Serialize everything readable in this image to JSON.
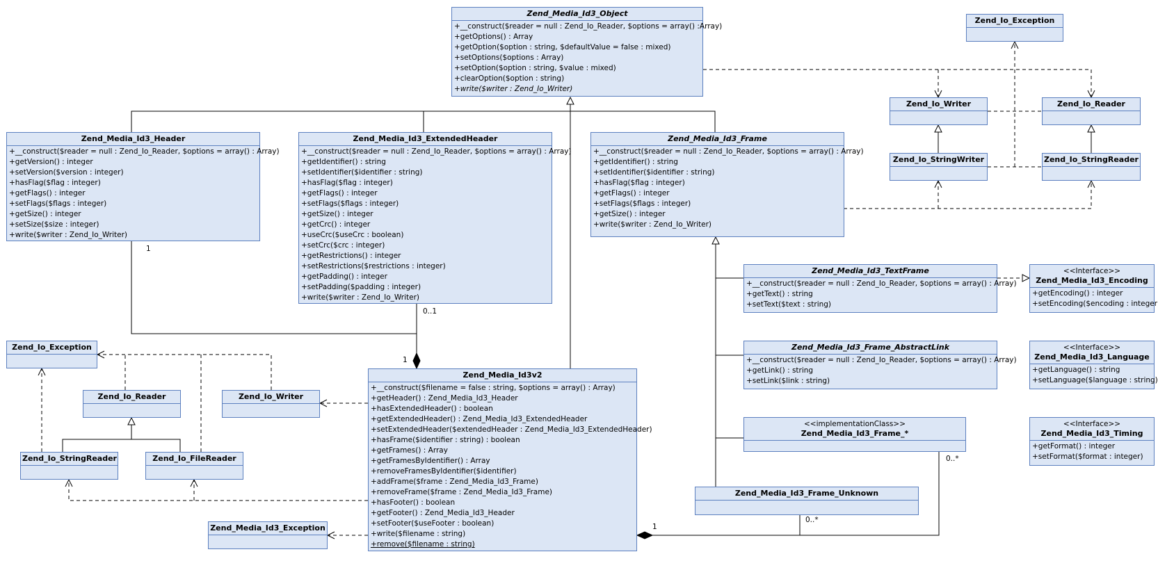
{
  "diagram": {
    "classes": {
      "object": {
        "name": "Zend_Media_Id3_Object",
        "ops": [
          "+__construct($reader = null : Zend_Io_Reader, $options = array() :Array)",
          "+getOptions() : Array",
          "+getOption($option : string, $defaultValue = false : mixed)",
          "+setOptions($options : Array)",
          "+setOption($option : string, $value : mixed)",
          "+clearOption($option : string)",
          "+write($writer : Zend_Io_Writer)"
        ]
      },
      "header": {
        "name": "Zend_Media_Id3_Header",
        "ops": [
          "+__construct($reader = null : Zend_Io_Reader, $options = array() : Array)",
          "+getVersion() : integer",
          "+setVersion($version : integer)",
          "+hasFlag($flag : integer)",
          "+getFlags() : integer",
          "+setFlags($flags : integer)",
          "+getSize() : integer",
          "+setSize($size : integer)",
          "+write($writer : Zend_Io_Writer)"
        ]
      },
      "extheader": {
        "name": "Zend_Media_Id3_ExtendedHeader",
        "ops": [
          "+__construct($reader = null : Zend_Io_Reader, $options = array() : Array)",
          "+getIdentifier() : string",
          "+setIdentifier($identifier : string)",
          "+hasFlag($flag : integer)",
          "+getFlags() : integer",
          "+setFlags($flags : integer)",
          "+getSize() : integer",
          "+getCrc() : integer",
          "+useCrc($useCrc : boolean)",
          "+setCrc($crc : integer)",
          "+getRestrictions() : integer",
          "+setRestrictions($restrictions : integer)",
          "+getPadding() : integer",
          "+setPadding($padding : integer)",
          "+write($writer : Zend_Io_Writer)"
        ]
      },
      "frame": {
        "name": "Zend_Media_Id3_Frame",
        "ops": [
          "+__construct($reader = null : Zend_Io_Reader, $options = array() : Array)",
          "+getIdentifier() : string",
          "+setIdentifier($identifier : string)",
          "+hasFlag($flag : integer)",
          "+getFlags() : integer",
          "+setFlags($flags : integer)",
          "+getSize() : integer",
          "+write($writer : Zend_Io_Writer)"
        ]
      },
      "id3v2": {
        "name": "Zend_Media_Id3v2",
        "ops": [
          "+__construct($filename = false : string, $options = array() : Array)",
          "+getHeader() : Zend_Media_Id3_Header",
          "+hasExtendedHeader() : boolean",
          "+getExtendedHeader() : Zend_Media_Id3_ExtendedHeader",
          "+setExtendedHeader($extendedHeader : Zend_Media_Id3_ExtendedHeader)",
          "+hasFrame($identifier : string) : boolean",
          "+getFrames() : Array",
          "+getFramesByIdentifier() : Array",
          "+removeFramesByIdentifier($identifier)",
          "+addFrame($frame : Zend_Media_Id3_Frame)",
          "+removeFrame($frame : Zend_Media_Id3_Frame)",
          "+hasFooter() : boolean",
          "+getFooter() : Zend_Media_Id3_Header",
          "+setFooter($useFooter : boolean)",
          "+write($filename : string)",
          "+remove($filename : string)"
        ]
      },
      "textframe": {
        "name": "Zend_Media_Id3_TextFrame",
        "ops": [
          "+__construct($reader = null : Zend_Io_Reader, $options = array() : Array)",
          "+getText() : string",
          "+setText($text : string)"
        ]
      },
      "abstractlink": {
        "name": "Zend_Media_Id3_Frame_AbstractLink",
        "ops": [
          "+__construct($reader = null : Zend_Io_Reader, $options = array() : Array)",
          "+getLink() : string",
          "+setLink($link : string)"
        ]
      },
      "framestar": {
        "stereotype": "<<implementationClass>>",
        "name": "Zend_Media_Id3_Frame_*"
      },
      "frameunknown": {
        "name": "Zend_Media_Id3_Frame_Unknown"
      },
      "encoding": {
        "stereotype": "<<Interface>>",
        "name": "Zend_Media_Id3_Encoding",
        "ops": [
          "+getEncoding() : integer",
          "+setEncoding($encoding : integer)"
        ]
      },
      "language": {
        "stereotype": "<<Interface>>",
        "name": "Zend_Media_Id3_Language",
        "ops": [
          "+getLanguage() : string",
          "+setLanguage($language : string)"
        ]
      },
      "timing": {
        "stereotype": "<<Interface>>",
        "name": "Zend_Media_Id3_Timing",
        "ops": [
          "+getFormat() : integer",
          "+setFormat($format : integer)"
        ]
      },
      "io_exception_tr": {
        "name": "Zend_Io_Exception"
      },
      "io_writer_tr": {
        "name": "Zend_Io_Writer"
      },
      "io_reader_tr": {
        "name": "Zend_Io_Reader"
      },
      "io_stringwriter_tr": {
        "name": "Zend_Io_StringWriter"
      },
      "io_stringreader_tr": {
        "name": "Zend_Io_StringReader"
      },
      "io_exception_bl": {
        "name": "Zend_Io_Exception"
      },
      "io_reader_bl": {
        "name": "Zend_Io_Reader"
      },
      "io_writer_bl": {
        "name": "Zend_Io_Writer"
      },
      "io_stringreader_bl": {
        "name": "Zend_Io_StringReader"
      },
      "io_filereader_bl": {
        "name": "Zend_Io_FileReader"
      },
      "id3_exception": {
        "name": "Zend_Media_Id3_Exception"
      }
    },
    "multiplicities": {
      "header_end": "1",
      "extheader_end": "0..1",
      "id3v2_comp": "1",
      "frames_comp": "1",
      "framestar_end": "0..*",
      "unknown_end": "0..*"
    }
  },
  "colors": {
    "class_fill": "#dce6f5",
    "class_border": "#5b7fbf",
    "line": "#000000"
  }
}
